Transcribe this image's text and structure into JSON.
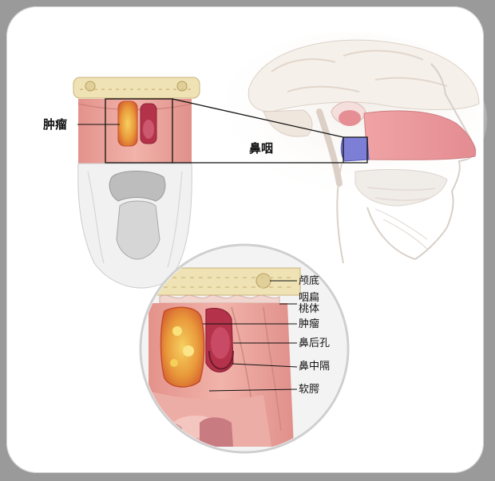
{
  "labels": {
    "tumor_left": "肿瘤",
    "nasopharynx": "鼻咽",
    "skull_base": "颅底",
    "adenoid_line1": "咽扁",
    "adenoid_line2": "桃体",
    "tumor_detail": "肿瘤",
    "choana": "鼻后孔",
    "nasal_septum": "鼻中隔",
    "soft_palate": "软腭"
  },
  "colors": {
    "frame_border": "#9a9a9a",
    "highlight_region": "#7d7fd6",
    "tumor": "#e8a040",
    "mucosa": "#e79a92"
  }
}
